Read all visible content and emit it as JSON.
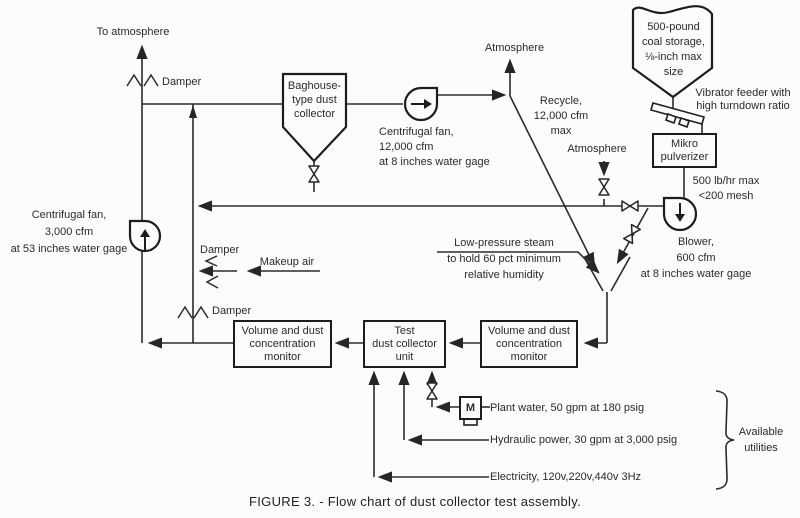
{
  "diagram": {
    "caption": "FIGURE 3. - Flow chart of dust collector test assembly.",
    "colors": {
      "ink": "#262626",
      "background": "#fcfcfa"
    },
    "nodes": {
      "baghouse": {
        "lines": [
          "Baghouse-",
          "type dust",
          "collector"
        ]
      },
      "coal_storage": {
        "lines": [
          "500-pound",
          "coal storage,",
          "⅛-inch max",
          "size"
        ]
      },
      "mikro_pulverizer": {
        "lines": [
          "Mikro",
          "pulverizer"
        ]
      },
      "monitor_left": {
        "lines": [
          "Volume and dust",
          "concentration",
          "monitor"
        ]
      },
      "test_unit": {
        "lines": [
          "Test",
          "dust collector",
          "unit"
        ]
      },
      "monitor_right": {
        "lines": [
          "Volume and dust",
          "concentration",
          "monitor"
        ]
      },
      "motor": {
        "label": "M"
      }
    },
    "labels": {
      "to_atmosphere": "To atmosphere",
      "atmosphere_out": "Atmosphere",
      "atmosphere_in": "Atmosphere",
      "damper_top": "Damper",
      "damper_makeup": "Damper",
      "damper_return": "Damper",
      "makeup_air": "Makeup air",
      "fan_top": [
        "Centrifugal fan,",
        "12,000 cfm",
        "at 8 inches water gage"
      ],
      "fan_left": [
        "Centrifugal fan,",
        "3,000 cfm",
        "at 53 inches water gage"
      ],
      "recycle": [
        "Recycle,",
        "12,000 cfm",
        "max"
      ],
      "vibrator_feeder": [
        "Vibrator feeder with",
        "high turndown ratio"
      ],
      "feed_rate": [
        "500 lb/hr max",
        "<200 mesh"
      ],
      "blower": [
        "Blower,",
        "600 cfm",
        "at 8 inches water gage"
      ],
      "steam": [
        "Low-pressure steam",
        "to hold 60 pct minimum",
        "relative humidity"
      ],
      "plant_water": "Plant water, 50 gpm at 180 psig",
      "hydraulic_power": "Hydraulic power, 30 gpm at 3,000 psig",
      "electricity": "Electricity, 120v,220v,440v 3Hz",
      "available_utilities": [
        "Available",
        "utilities"
      ]
    }
  }
}
